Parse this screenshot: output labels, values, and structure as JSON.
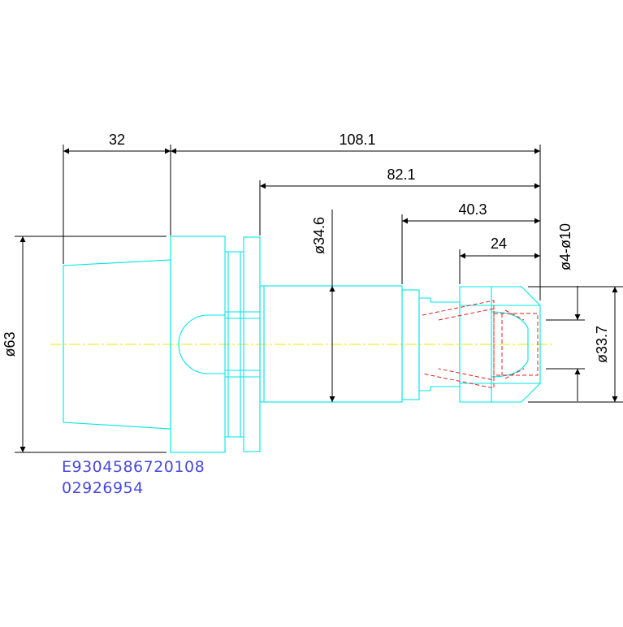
{
  "drawing": {
    "dimensions": {
      "d32": "32",
      "d108": "108.1",
      "d82": "82.1",
      "d40": "40.3",
      "d24": "24",
      "dia63": "ø63",
      "dia346": "ø34.6",
      "dia410": "ø4-ø10",
      "dia337": "ø33.7"
    },
    "codes": {
      "line1": "E9304586720108",
      "line2": "02926954"
    },
    "colors": {
      "part": "#00e5e5",
      "hidden": "#e02020",
      "centerline": "#e8e800",
      "dimension": "#000000",
      "code_text": "#4848e0"
    }
  }
}
